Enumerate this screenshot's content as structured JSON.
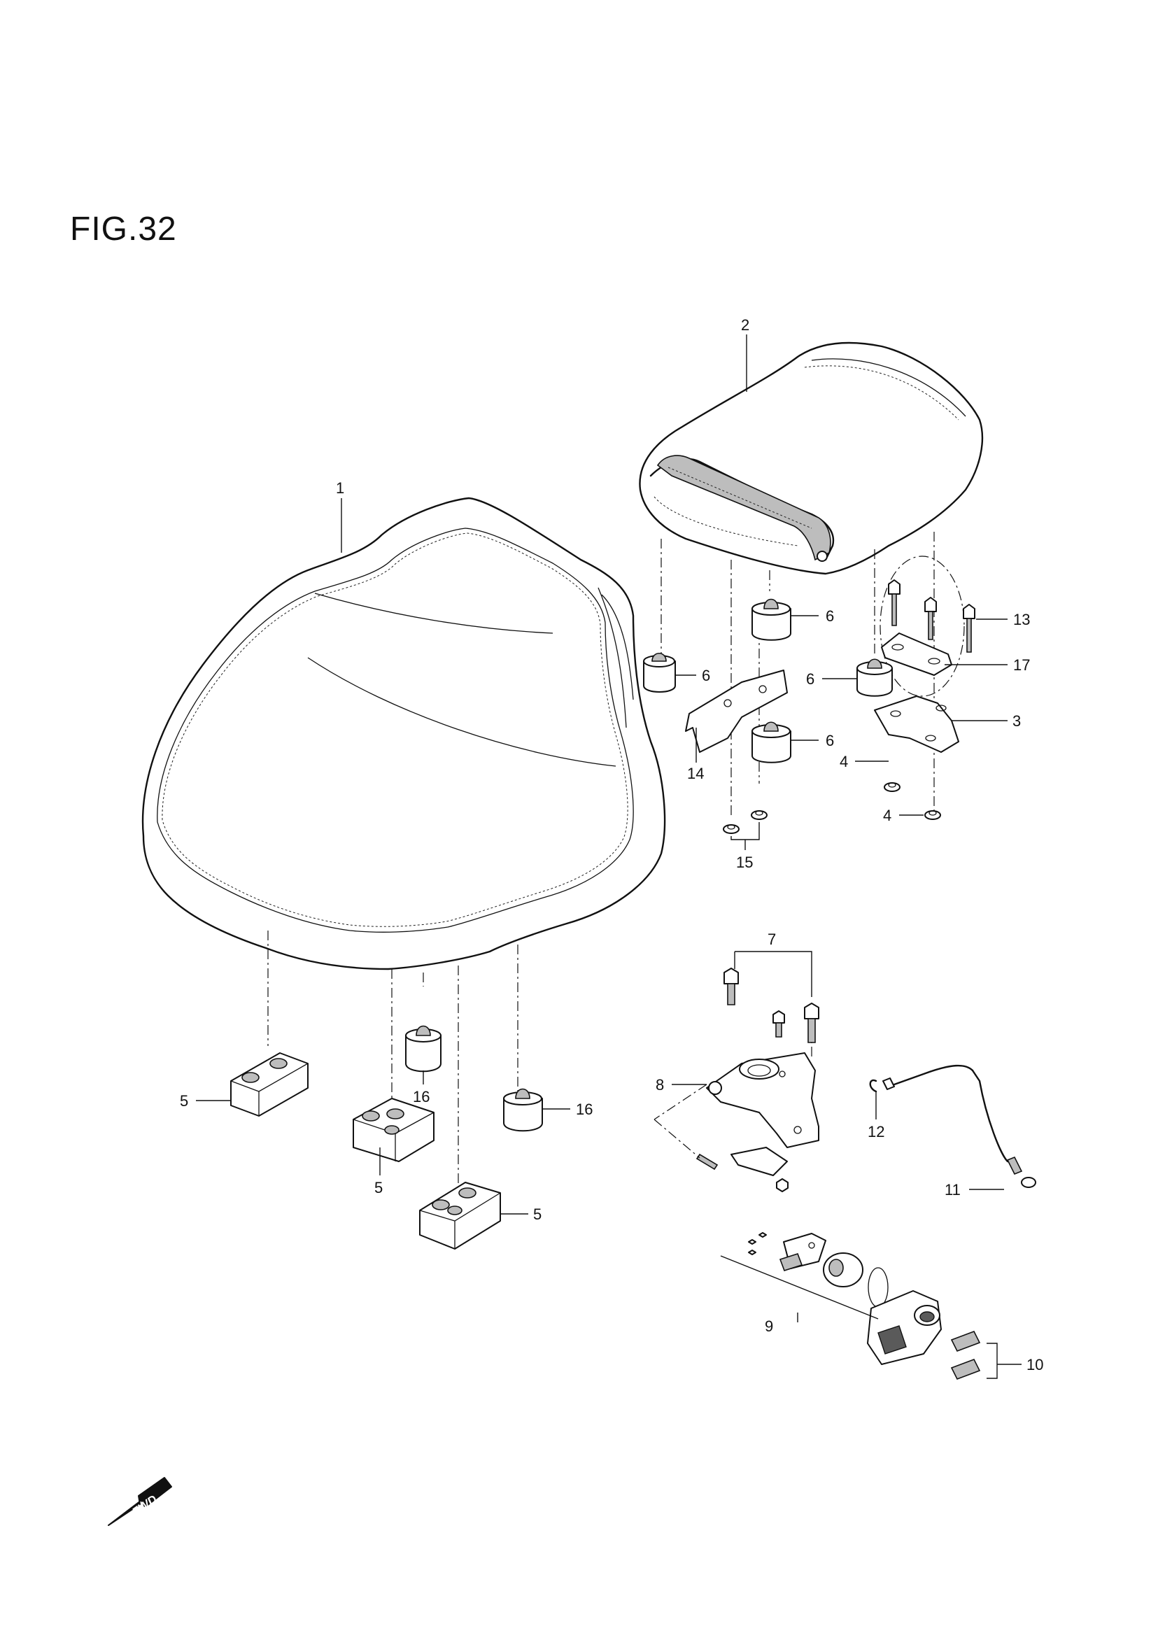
{
  "figure": {
    "title": "FIG.32",
    "direction_badge": "FWD"
  },
  "callouts": [
    {
      "id": "c1",
      "label": "1"
    },
    {
      "id": "c2",
      "label": "2"
    },
    {
      "id": "c3",
      "label": "3"
    },
    {
      "id": "c4a",
      "label": "4"
    },
    {
      "id": "c4b",
      "label": "4"
    },
    {
      "id": "c5a",
      "label": "5"
    },
    {
      "id": "c5b",
      "label": "5"
    },
    {
      "id": "c5c",
      "label": "5"
    },
    {
      "id": "c6a",
      "label": "6"
    },
    {
      "id": "c6b",
      "label": "6"
    },
    {
      "id": "c6c",
      "label": "6"
    },
    {
      "id": "c6d",
      "label": "6"
    },
    {
      "id": "c7",
      "label": "7"
    },
    {
      "id": "c8",
      "label": "8"
    },
    {
      "id": "c9",
      "label": "9"
    },
    {
      "id": "c10",
      "label": "10"
    },
    {
      "id": "c11",
      "label": "11"
    },
    {
      "id": "c12",
      "label": "12"
    },
    {
      "id": "c13",
      "label": "13"
    },
    {
      "id": "c14",
      "label": "14"
    },
    {
      "id": "c15",
      "label": "15"
    },
    {
      "id": "c16a",
      "label": "16"
    },
    {
      "id": "c16b",
      "label": "16"
    },
    {
      "id": "c17",
      "label": "17"
    }
  ],
  "style": {
    "line_color": "#111111",
    "fill_shade": "#bdbdbd",
    "background": "#ffffff"
  }
}
